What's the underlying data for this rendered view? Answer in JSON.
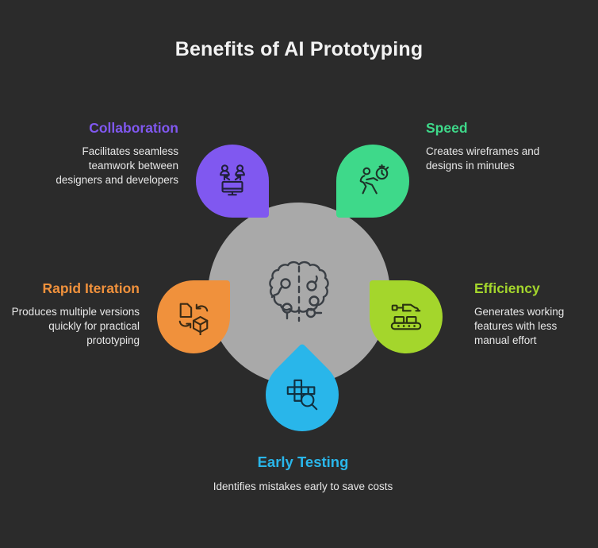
{
  "title": "Benefits of AI Prototyping",
  "colors": {
    "background": "#2b2b2b",
    "hub": "#a9a9a9",
    "title_text": "#f2f2f2",
    "body_text": "#e8e8e8",
    "stroke": "#2f3338"
  },
  "hub": {
    "icon_name": "brain-icon"
  },
  "benefits": [
    {
      "key": "collaboration",
      "heading": "Collaboration",
      "body": "Facilitates seamless teamwork between designers and developers",
      "color": "#8058f0",
      "icon_name": "users-monitor-icon"
    },
    {
      "key": "speed",
      "heading": "Speed",
      "body": "Creates wireframes and designs in minutes",
      "color": "#3ed98a",
      "icon_name": "runner-stopwatch-icon"
    },
    {
      "key": "rapid_iteration",
      "heading": "Rapid Iteration",
      "body": "Produces multiple versions quickly for practical prototyping",
      "color": "#f0913c",
      "icon_name": "document-cube-refresh-icon"
    },
    {
      "key": "efficiency",
      "heading": "Efficiency",
      "body": "Generates working features with less manual effort",
      "color": "#a4d62c",
      "icon_name": "robot-conveyor-icon"
    },
    {
      "key": "early_testing",
      "heading": "Early Testing",
      "body": "Identifies mistakes early to save costs",
      "color": "#29b6ea",
      "icon_name": "wireframe-magnifier-icon"
    }
  ]
}
